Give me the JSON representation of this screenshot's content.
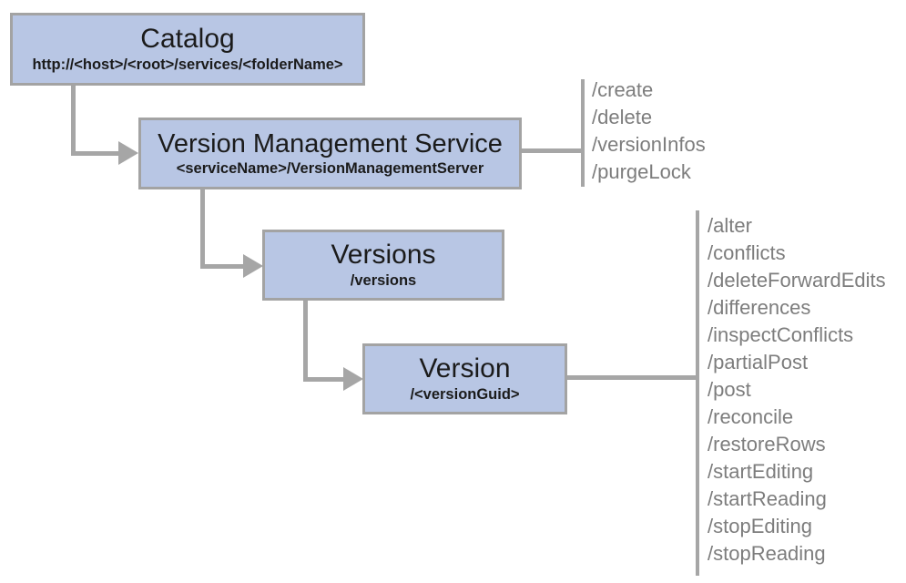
{
  "diagram": {
    "title_implied": "Version Management Service REST endpoint hierarchy",
    "colors": {
      "node_fill": "#b8c6e4",
      "node_border": "#a3a3a3",
      "connector": "#a6a6a6",
      "operation_text": "#7d7d7d",
      "node_text": "#1b1b1b",
      "background": "#ffffff"
    },
    "nodes": {
      "catalog": {
        "title": "Catalog",
        "subtitle": "http://<host>/<root>/services/<folderName>"
      },
      "version_management_service": {
        "title": "Version Management Service",
        "subtitle": "<serviceName>/VersionManagementServer",
        "operations": [
          "/create",
          "/delete",
          "/versionInfos",
          "/purgeLock"
        ]
      },
      "versions": {
        "title": "Versions",
        "subtitle": "/versions"
      },
      "version": {
        "title": "Version",
        "subtitle": "/<versionGuid>",
        "operations": [
          "/alter",
          "/conflicts",
          "/deleteForwardEdits",
          "/differences",
          "/inspectConflicts",
          "/partialPost",
          "/post",
          "/reconcile",
          "/restoreRows",
          "/startEditing",
          "/startReading",
          "/stopEditing",
          "/stopReading"
        ]
      }
    }
  }
}
